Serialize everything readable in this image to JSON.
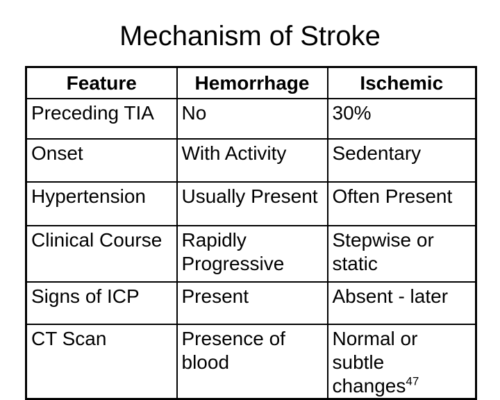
{
  "slide": {
    "title": "Mechanism of Stroke"
  },
  "table": {
    "headers": [
      "Feature",
      "Hemorrhage",
      "Ischemic"
    ],
    "rows": [
      {
        "feature": "Preceding TIA",
        "hemorrhage": "No",
        "ischemic": "30%"
      },
      {
        "feature": "Onset",
        "hemorrhage": "With Activity",
        "ischemic": "Sedentary"
      },
      {
        "feature": "Hypertension",
        "hemorrhage": "Usually Present",
        "ischemic": "Often Present"
      },
      {
        "feature": "Clinical Course",
        "hemorrhage": "Rapidly\nProgressive",
        "ischemic": "Stepwise or\nstatic"
      },
      {
        "feature": "Signs of ICP",
        "hemorrhage": "Present",
        "ischemic": "Absent - later"
      },
      {
        "feature": "CT Scan",
        "hemorrhage": "Presence of\nblood",
        "ischemic": "Normal or\nsubtle changes",
        "ischemic_sup": "47"
      }
    ]
  },
  "colors": {
    "text": "#000000",
    "background": "#ffffff",
    "border": "#000000"
  }
}
